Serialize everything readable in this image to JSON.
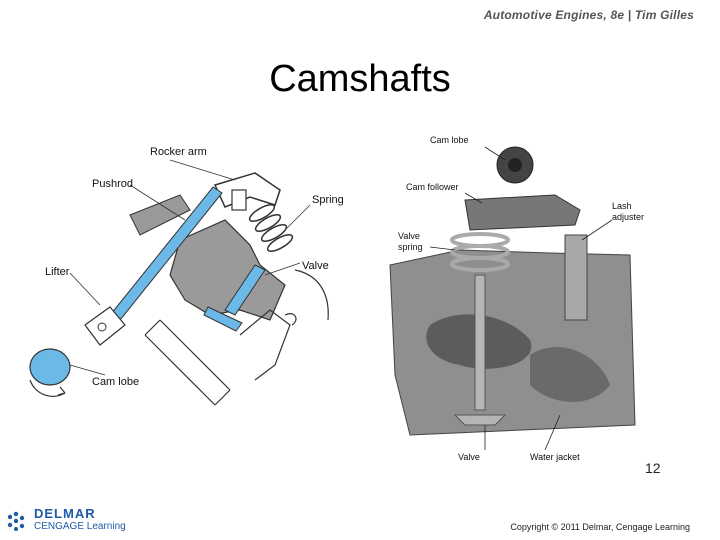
{
  "header": {
    "book_credit": "Automotive Engines, 8e  |  Tim Gilles"
  },
  "slide": {
    "title": "Camshafts",
    "page_number": "12"
  },
  "left_diagram": {
    "labels": {
      "rocker_arm": "Rocker arm",
      "pushrod": "Pushrod",
      "spring": "Spring",
      "valve": "Valve",
      "lifter": "Lifter",
      "cam_lobe": "Cam lobe"
    }
  },
  "right_photo": {
    "labels": {
      "cam_lobe": "Cam lobe",
      "cam_follower": "Cam follower",
      "lash_adjuster_1": "Lash",
      "lash_adjuster_2": "adjuster",
      "valve_spring_1": "Valve",
      "valve_spring_2": "spring",
      "valve": "Valve",
      "water_jacket": "Water jacket"
    }
  },
  "footer": {
    "logo_primary": "DELMAR",
    "logo_secondary": "CENGAGE Learning",
    "copyright": "Copyright © 2011 Delmar, Cengage Learning"
  },
  "colors": {
    "accent_blue": "#1e5aa8",
    "diagram_blue": "#6cb8e6"
  }
}
